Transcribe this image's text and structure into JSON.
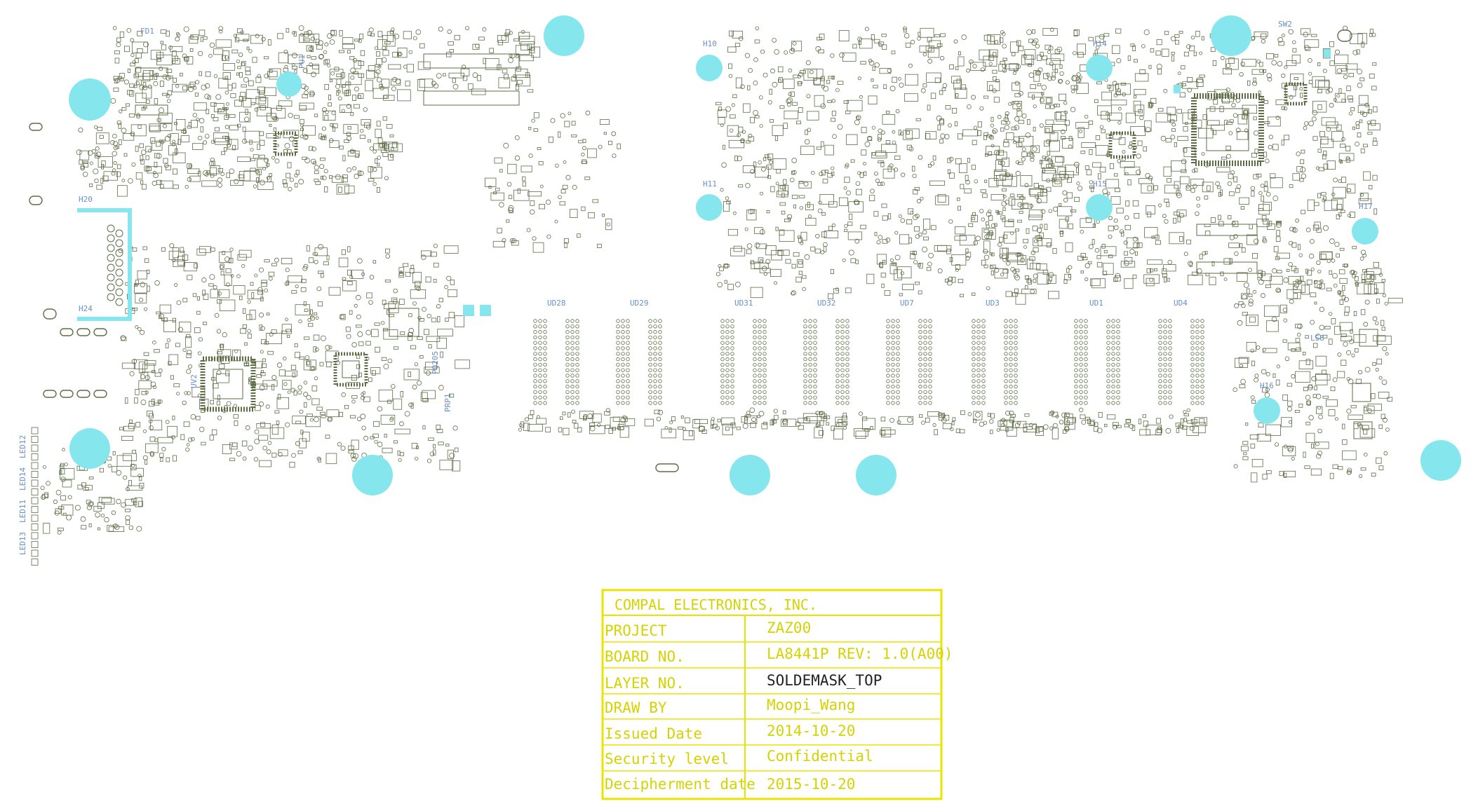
{
  "colors": {
    "background": "#ffffff",
    "pad_outline": "#5e6d46",
    "mounting_hole": "#86e6ee",
    "label": "#6a8fc8",
    "title_block": "#e8e400",
    "title_text": "#d6d200",
    "title_value_black": "#222222"
  },
  "labels": {
    "fd1": "FD1",
    "h10": "H10",
    "h11": "H11",
    "h14": "H14",
    "h15": "H15",
    "h16": "H16",
    "h17": "H17",
    "h20": "H20",
    "h24": "H24",
    "sw2": "SW2",
    "ud28": "UD28",
    "ud29": "UD29",
    "ud31": "UD31",
    "ud32": "UD32",
    "ud3": "UD3",
    "ud1": "UD1",
    "ud4": "UD4",
    "ud7": "UD7",
    "prp1": "PRP1",
    "pq205": "PQ205",
    "led12": "LED12",
    "led13": "LED13",
    "led11": "LED11",
    "led14": "LED14",
    "ls8": "LS8",
    "uv2": "UV2",
    "pu1": "PU1"
  },
  "title_block": {
    "company": "COMPAL ELECTRONICS, INC.",
    "rows": [
      {
        "key": "PROJECT",
        "value": "ZAZ00"
      },
      {
        "key": "BOARD NO.",
        "value": "LA8441P  REV: 1.0(A00)"
      },
      {
        "key": "LAYER NO.",
        "value": "SOLDEMASK_TOP"
      },
      {
        "key": "DRAW BY",
        "value": "Moopi_Wang"
      },
      {
        "key": "Issued  Date",
        "value": "2014-10-20"
      },
      {
        "key": "Security level",
        "value": "Confidential"
      },
      {
        "key": "Decipherment date",
        "value": "2015-10-20"
      }
    ]
  }
}
